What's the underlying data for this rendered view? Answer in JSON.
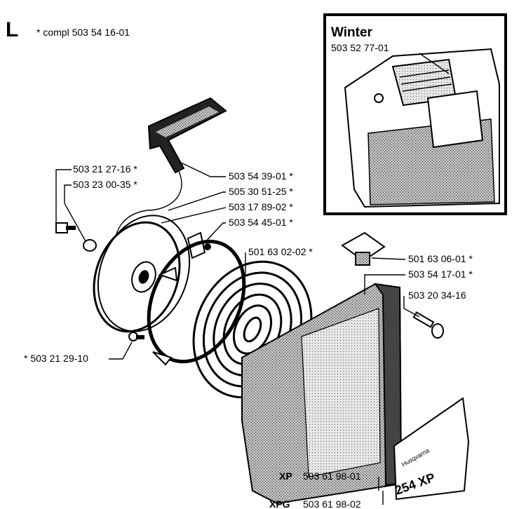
{
  "header": {
    "letter": "L",
    "note": "* compl 503 54 16-01"
  },
  "inset": {
    "title": "Winter",
    "part_number": "503 52 77-01"
  },
  "callouts": [
    {
      "id": "c1",
      "text": "503 21 27-16 *"
    },
    {
      "id": "c2",
      "text": "503 23 00-35 *"
    },
    {
      "id": "c3",
      "text": "503 54 39-01 *"
    },
    {
      "id": "c4",
      "text": "505 30 51-25 *"
    },
    {
      "id": "c5",
      "text": "503 17 89-02 *"
    },
    {
      "id": "c6",
      "text": "503 54 45-01 *"
    },
    {
      "id": "c7",
      "text": "501 63 02-02 *"
    },
    {
      "id": "c8",
      "text": "501 63 06-01 *"
    },
    {
      "id": "c9",
      "text": "503 54 17-01 *"
    },
    {
      "id": "c10",
      "text": "503 20 34-16"
    },
    {
      "id": "c11",
      "text": "* 503 21 29-10"
    },
    {
      "id": "c12",
      "text": "503 61 98-01"
    },
    {
      "id": "c13",
      "text": "503 61 98-02"
    }
  ],
  "variants": [
    {
      "code": "XP"
    },
    {
      "code": "XPG"
    }
  ],
  "decal": {
    "model": "254 XP",
    "brand": "Husqvarna"
  }
}
